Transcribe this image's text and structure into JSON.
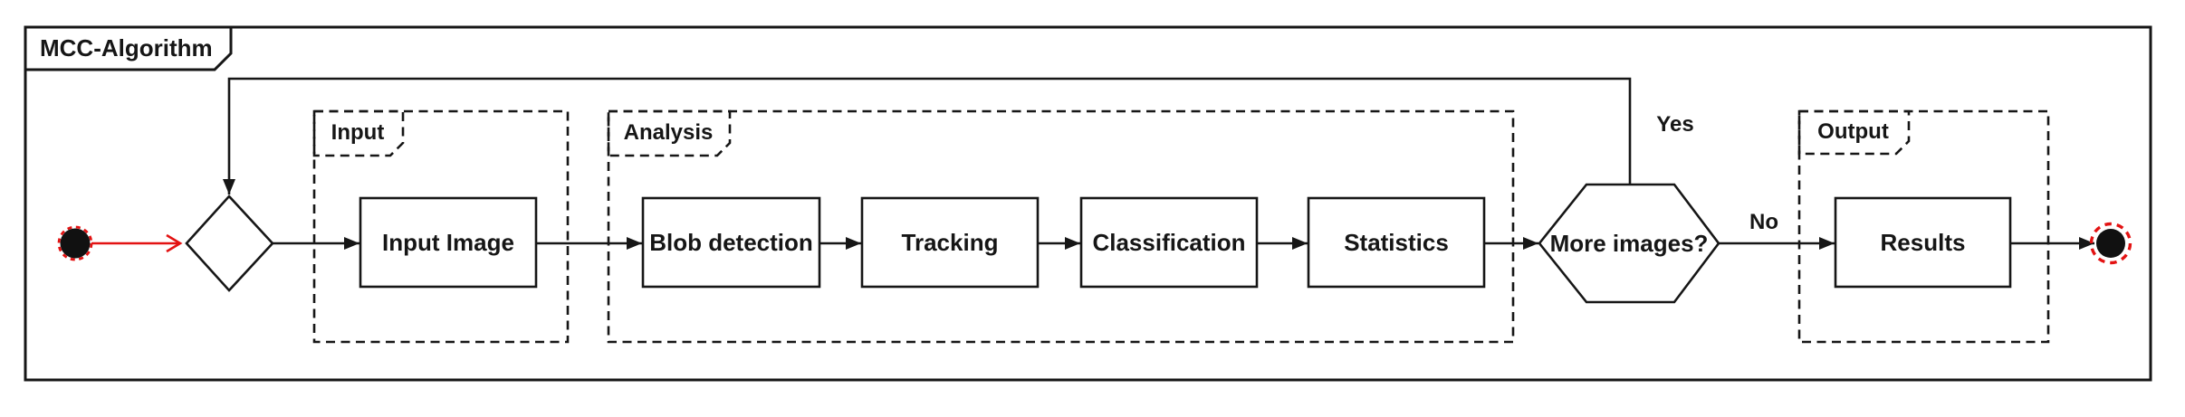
{
  "title": "MCC-Algorithm",
  "groups": [
    {
      "label": "Input",
      "boxes": [
        "Input Image"
      ]
    },
    {
      "label": "Analysis",
      "boxes": [
        "Blob detection",
        "Tracking",
        "Classification",
        "Statistics"
      ]
    },
    {
      "label": "Output",
      "boxes": [
        "Results"
      ]
    }
  ],
  "decision": {
    "label": "More images?",
    "yes_label": "Yes",
    "no_label": "No"
  },
  "colors": {
    "line": "#161616",
    "accent_red": "#e31212",
    "background": "#ffffff"
  }
}
